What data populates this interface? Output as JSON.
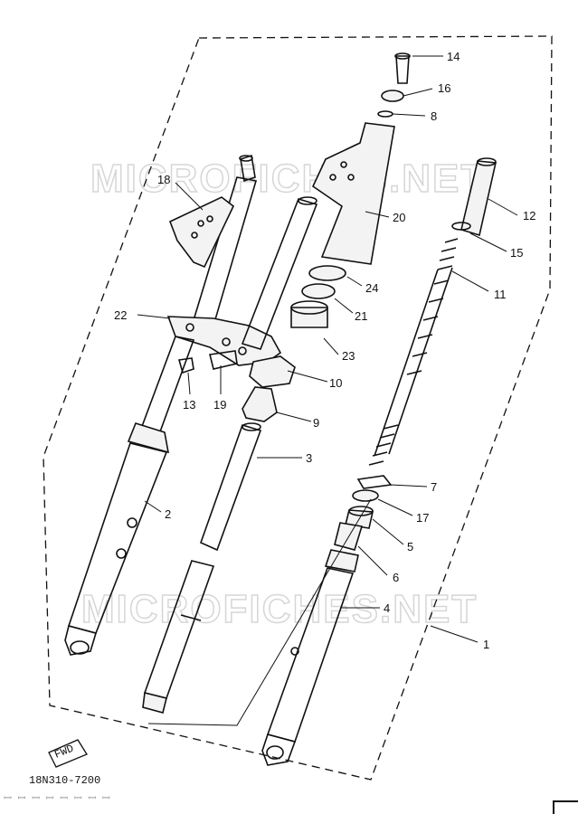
{
  "diagram": {
    "watermark_top": "MICROFICHES.NET",
    "watermark_bottom": "MICROFICHES.NET",
    "fwd_label": "FWD",
    "figure_code": "18N310-7200",
    "footer_faint": "ꟷ ꟷ ꟷ ꟷ ꟷ ꟷ ꟷ ꟷ",
    "callouts": [
      {
        "id": "c14",
        "label": "14"
      },
      {
        "id": "c16",
        "label": "16"
      },
      {
        "id": "c8",
        "label": "8"
      },
      {
        "id": "c18",
        "label": "18"
      },
      {
        "id": "c20",
        "label": "20"
      },
      {
        "id": "c12",
        "label": "12"
      },
      {
        "id": "c15",
        "label": "15"
      },
      {
        "id": "c24",
        "label": "24"
      },
      {
        "id": "c11",
        "label": "11"
      },
      {
        "id": "c22",
        "label": "22"
      },
      {
        "id": "c21",
        "label": "21"
      },
      {
        "id": "c23",
        "label": "23"
      },
      {
        "id": "c10",
        "label": "10"
      },
      {
        "id": "c13",
        "label": "13"
      },
      {
        "id": "c19",
        "label": "19"
      },
      {
        "id": "c9",
        "label": "9"
      },
      {
        "id": "c3",
        "label": "3"
      },
      {
        "id": "c7",
        "label": "7"
      },
      {
        "id": "c2",
        "label": "2"
      },
      {
        "id": "c17",
        "label": "17"
      },
      {
        "id": "c5",
        "label": "5"
      },
      {
        "id": "c6",
        "label": "6"
      },
      {
        "id": "c4",
        "label": "4"
      },
      {
        "id": "c1",
        "label": "1"
      }
    ]
  }
}
